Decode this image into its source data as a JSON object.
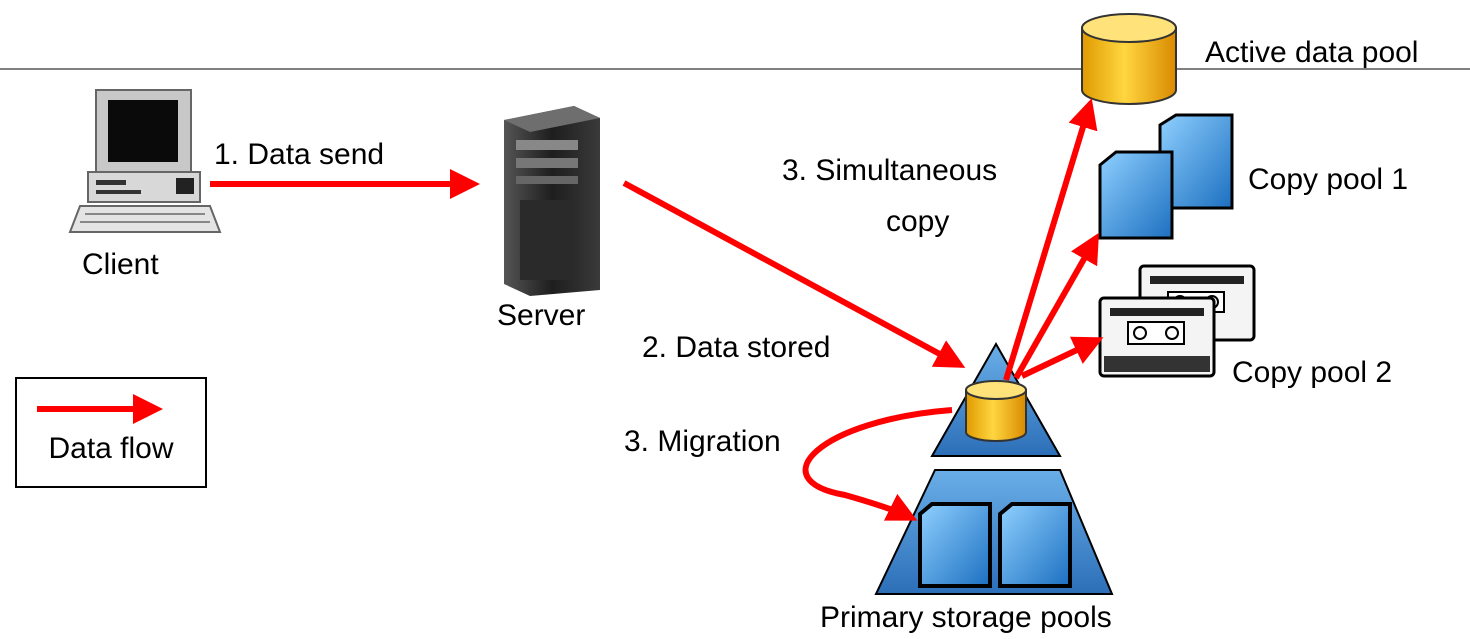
{
  "labels": {
    "client": "Client",
    "server": "Server",
    "active_pool": "Active data pool",
    "copy_pool_1": "Copy pool 1",
    "copy_pool_2": "Copy pool 2",
    "primary_pools": "Primary storage pools",
    "step_data_send": "1. Data send",
    "step_data_stored": "2. Data stored",
    "step_copy_line1": "3. Simultaneous",
    "step_copy_line2": "copy",
    "step_migration": "3. Migration"
  },
  "legend": {
    "label": "Data flow"
  },
  "colors": {
    "arrow": "#ff0000",
    "cylinder": "#f5b800",
    "pyramid": "#3a7fc4",
    "disk": "#3f9be0",
    "rule": "#808080"
  }
}
